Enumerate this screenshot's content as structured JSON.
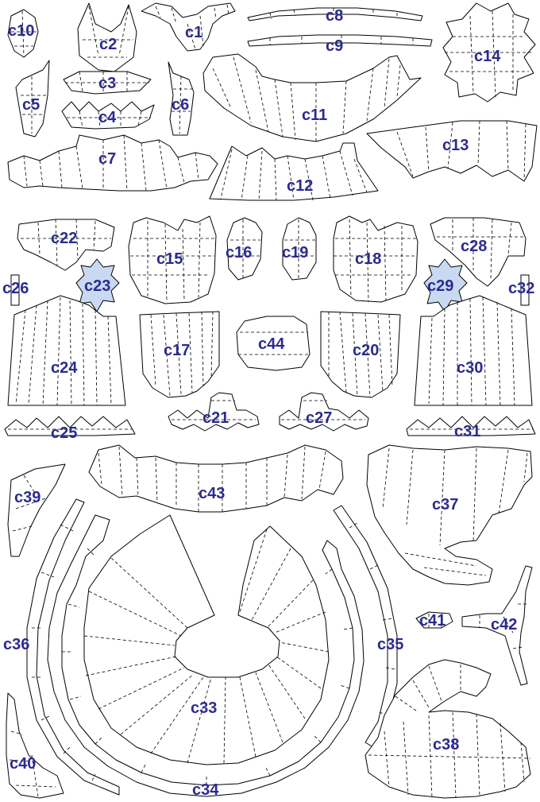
{
  "colors": {
    "label": "#2b2b8f",
    "line": "#000000",
    "highlight": "#c9d9f2",
    "paper": "#ffffff"
  },
  "pieces": {
    "c1": "c1",
    "c2": "c2",
    "c3": "c3",
    "c4": "c4",
    "c5": "c5",
    "c6": "c6",
    "c7": "c7",
    "c8": "c8",
    "c9": "c9",
    "c10": "c10",
    "c11": "c11",
    "c12": "c12",
    "c13": "c13",
    "c14": "c14",
    "c15": "c15",
    "c16": "c16",
    "c17": "c17",
    "c18": "c18",
    "c19": "c19",
    "c20": "c20",
    "c21": "c21",
    "c22": "c22",
    "c23": "c23",
    "c24": "c24",
    "c25": "c25",
    "c26": "c26",
    "c27": "c27",
    "c28": "c28",
    "c29": "c29",
    "c30": "c30",
    "c31": "c31",
    "c32": "c32",
    "c33": "c33",
    "c34": "c34",
    "c35": "c35",
    "c36": "c36",
    "c37": "c37",
    "c38": "c38",
    "c39": "c39",
    "c40": "c40",
    "c41": "c41",
    "c42": "c42",
    "c43": "c43",
    "c44": "c44"
  },
  "highlighted": [
    "c23",
    "c29"
  ]
}
